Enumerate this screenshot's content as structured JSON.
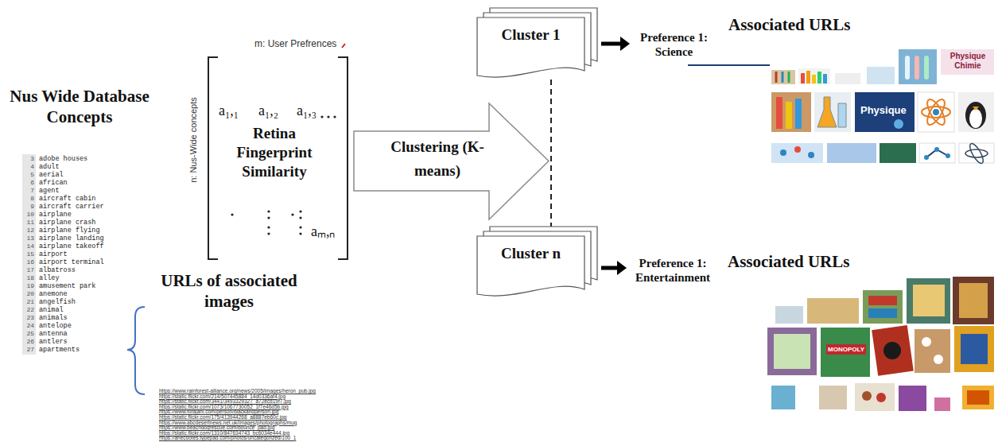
{
  "diagram": {
    "nodes": [
      {
        "text": [
          "m: User Prefrences",
          "n: Nus-Wide concepts",
          "a₁,₁",
          "a₁,₂",
          "a₁,₃",
          "Retina Fingerprint Similarity",
          "aₘ,ₙ"
        ]
      },
      {
        "text": [
          "Clustering (K-means)"
        ]
      },
      {
        "text": [
          "Cluster 1"
        ]
      },
      {
        "text": [
          "Cluster n"
        ]
      }
    ],
    "labels": [
      "Nus Wide Database Concepts",
      "3",
      "adobe houses",
      "4",
      "adult",
      "5",
      "aerial",
      "6",
      "african",
      "7",
      "agent",
      "8",
      "aircraft cabin",
      "9",
      "aircraft carrier",
      "10",
      "airplane",
      "11",
      "airplane crash",
      "12",
      "airplane flying",
      "13",
      "airplane landing",
      "14",
      "airplane takeoff",
      "15",
      "airport",
      "16",
      "airport terminal",
      "17",
      "albatross",
      "18",
      "alley",
      "19",
      "amusement park",
      "20",
      "anemone",
      "21",
      "angelfish",
      "22",
      "animal",
      "23",
      "animals",
      "24",
      "antelope",
      "25",
      "antenna",
      "26",
      "antlers",
      "27",
      "apartments",
      "URLs of associated images",
      "https://www.rainforest-alliance.org/news/2005/images/heron_pub.jpg",
      "https://static.flickr.com/214/507445884_14d0336af4.jpg",
      "https://static.flickr.com/3441/3493329327_a72ecd19f7.jpg",
      "https://static.flickr.com/1073/1067730052_1f7e46d5b.jpg",
      "https://www.forajani.com/person/blackandperson.jpg",
      "https://static.flickr.com/175/413944268_a8887eb60c.jpg",
      "https://www.abcdesertnews.net.uk/images/photographs/mug",
      "https://www.beachdogrescue.com/bounce_pad.jpg",
      "https://static.flickr.com/1310/847634743_bc6034e444.jpg",
      "https://anecdotes.typepad.com/photos/uncategorized/100_1",
      "Preference 1: Science",
      "Associated URLs",
      "Physique Chimie",
      "Physique",
      "Preference 1: Entertainment",
      "Associated URLs",
      "MONOPOLY"
    ]
  }
}
